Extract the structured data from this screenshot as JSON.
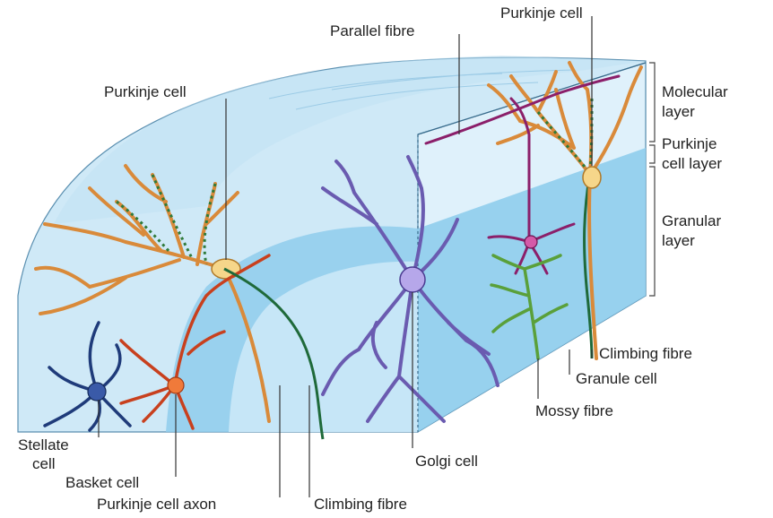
{
  "labels": {
    "purkinje_cell_top": "Purkinje cell",
    "parallel_fibre": "Parallel fibre",
    "purkinje_cell_left": "Purkinje cell",
    "molecular_layer_1": "Molecular",
    "molecular_layer_2": "layer",
    "purkinje_layer_1": "Purkinje",
    "purkinje_layer_2": "cell layer",
    "granular_layer_1": "Granular",
    "granular_layer_2": "layer",
    "climbing_fibre_right": "Climbing fibre",
    "granule_cell": "Granule cell",
    "mossy_fibre": "Mossy fibre",
    "golgi_cell": "Golgi cell",
    "stellate_cell_1": "Stellate",
    "stellate_cell_2": "cell",
    "basket_cell": "Basket cell",
    "purkinje_cell_axon": "Purkinje cell axon",
    "climbing_fibre_bottom": "Climbing fibre"
  },
  "colors": {
    "molecular_layer": "#cfe9f7",
    "granular_layer": "#8fcdec",
    "white_matter": "#d6eefb",
    "purkinje_dendrite": "#d98a3a",
    "spine_green": "#2f7a3a",
    "basket_red": "#c8401e",
    "stellate_navy": "#1f3b7a",
    "golgi_purple": "#6a5bb0",
    "granule_magenta": "#8b1f6a",
    "mossy_green": "#5aa03a",
    "climbing_green": "#1f6a3a"
  }
}
